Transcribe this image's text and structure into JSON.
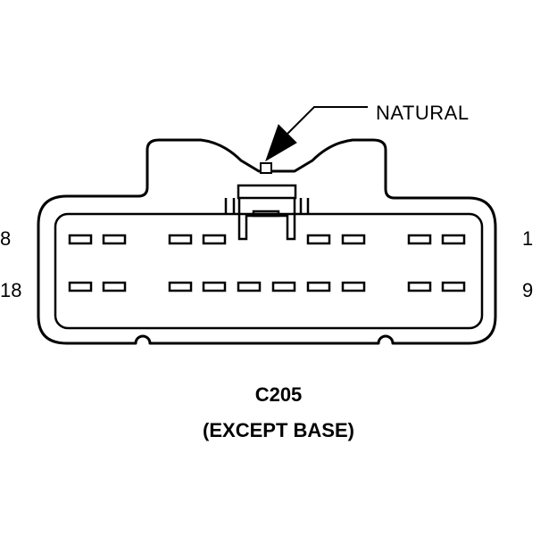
{
  "diagram": {
    "color_label": "NATURAL",
    "connector_id": "C205",
    "connector_variant": "(EXCEPT BASE)",
    "pin_labels": {
      "top_left": "8",
      "bottom_left": "18",
      "top_right": "1",
      "bottom_right": "9"
    },
    "colors": {
      "stroke": "#000000",
      "background": "#ffffff"
    }
  }
}
